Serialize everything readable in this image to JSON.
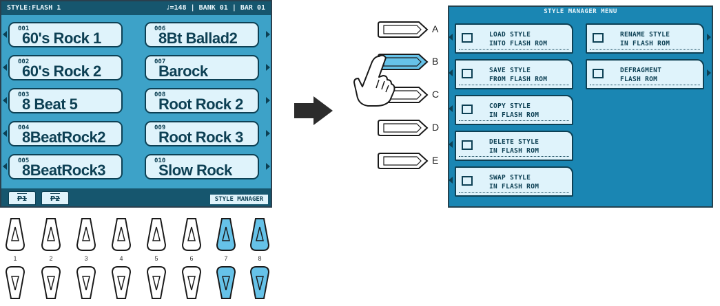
{
  "lcd": {
    "header_title": "STYLE:FLASH 1",
    "header_status": "♩=148 | BANK 01 | BAR 01",
    "slots": [
      {
        "num": "001",
        "name": "60's Rock 1"
      },
      {
        "num": "006",
        "name": "8Bt Ballad2"
      },
      {
        "num": "002",
        "name": "60's Rock 2"
      },
      {
        "num": "007",
        "name": "Barock"
      },
      {
        "num": "003",
        "name": "8 Beat 5"
      },
      {
        "num": "008",
        "name": "Root Rock 2"
      },
      {
        "num": "004",
        "name": "8BeatRock2"
      },
      {
        "num": "009",
        "name": "Root Rock 3"
      },
      {
        "num": "005",
        "name": "8BeatRock3"
      },
      {
        "num": "010",
        "name": "Slow Rock"
      }
    ],
    "tabs": [
      "P1",
      "P2"
    ],
    "style_manager_label": "STYLE MANAGER"
  },
  "numbered_buttons": {
    "labels": [
      "1",
      "2",
      "3",
      "4",
      "5",
      "6",
      "7",
      "8"
    ],
    "highlighted": [
      7,
      8
    ]
  },
  "side_buttons": {
    "labels": [
      "A",
      "B",
      "C",
      "D",
      "E"
    ],
    "pressed": "B"
  },
  "menu": {
    "title": "STYLE MANAGER MENU",
    "items": [
      {
        "line1": "LOAD STYLE",
        "line2": "INTO FLASH ROM"
      },
      {
        "line1": "SAVE STYLE",
        "line2": "FROM FLASH ROM"
      },
      {
        "line1": "COPY STYLE",
        "line2": "IN FLASH ROM"
      },
      {
        "line1": "DELETE STYLE",
        "line2": "IN FLASH ROM"
      },
      {
        "line1": "SWAP STYLE",
        "line2": "IN FLASH ROM"
      },
      {
        "line1": "RENAME STYLE",
        "line2": "IN FLASH ROM"
      },
      {
        "line1": "DEFRAGMENT",
        "line2": "FLASH ROM"
      }
    ]
  },
  "colors": {
    "lcd_bg": "#3da2c8",
    "menu_bg": "#1a86b3",
    "highlight": "#66c2e8",
    "dark": "#0d4054"
  }
}
